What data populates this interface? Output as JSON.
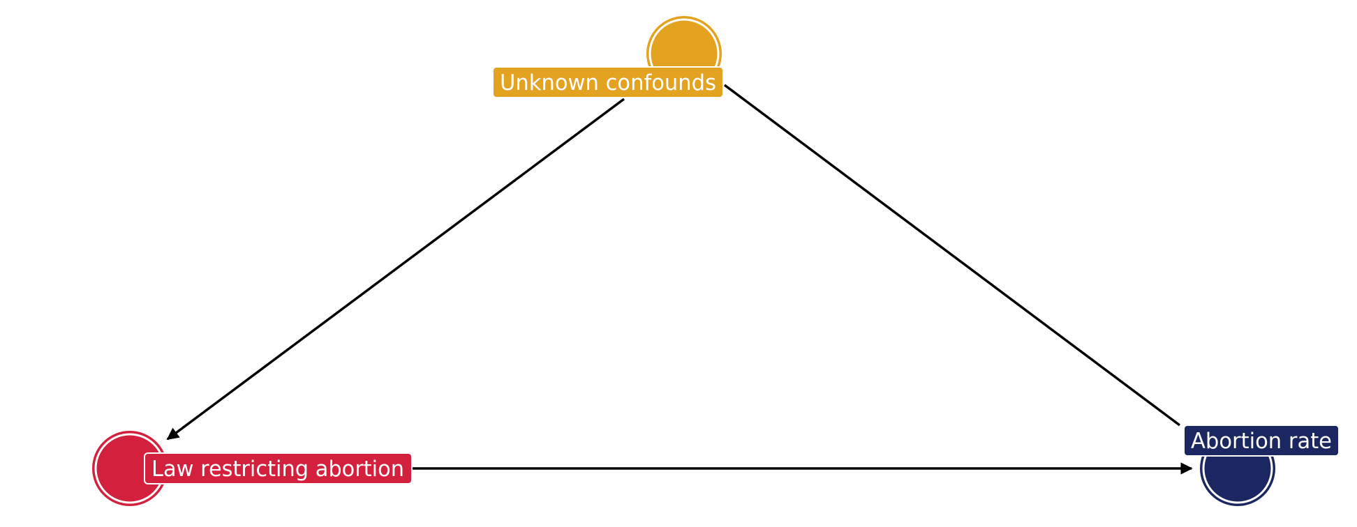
{
  "nodes": [
    {
      "id": "confounds",
      "label": "Unknown confounds",
      "color": "#E3A21F"
    },
    {
      "id": "law",
      "label": "Law restricting abortion",
      "color": "#D3203D"
    },
    {
      "id": "rate",
      "label": "Abortion rate",
      "color": "#1B2760"
    }
  ],
  "edges": [
    {
      "from": "confounds",
      "to": "law",
      "directed": true
    },
    {
      "from": "confounds",
      "to": "rate",
      "directed": false
    },
    {
      "from": "law",
      "to": "rate",
      "directed": true
    }
  ]
}
